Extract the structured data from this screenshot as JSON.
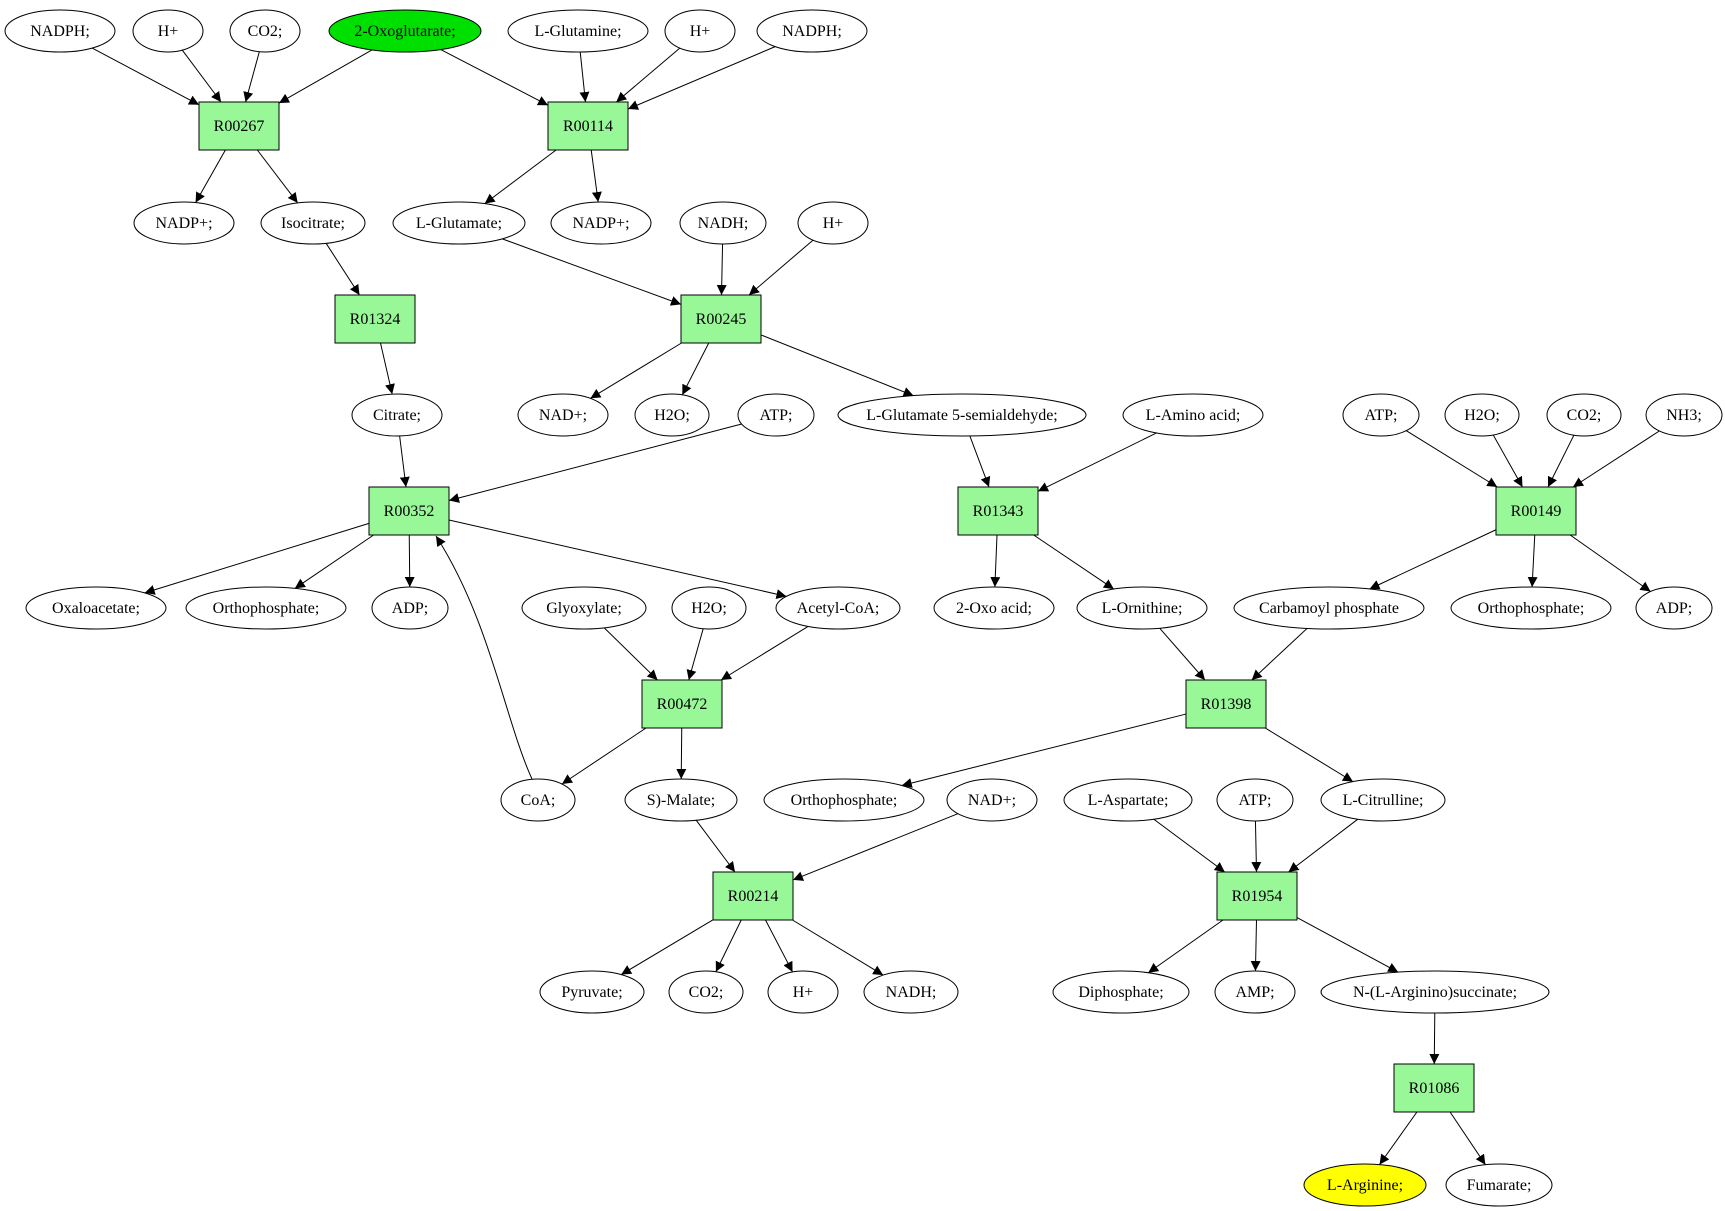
{
  "colors": {
    "reaction_fill": "#98f898",
    "metabolite_fill": "#ffffff",
    "start_fill": "#00e000",
    "target_fill": "#ffff00",
    "line": "#000000"
  },
  "nodes": {
    "m_nadph1": "NADPH;",
    "m_hplus1": "H+",
    "m_co2_1": "CO2;",
    "m_oxoglutarate": "2-Oxoglutarate;",
    "m_lglutamine": "L-Glutamine;",
    "m_hplus2": "H+",
    "m_nadph2": "NADPH;",
    "r_R00267": "R00267",
    "r_R00114": "R00114",
    "m_nadpplus1": "NADP+;",
    "m_isocitrate": "Isocitrate;",
    "m_lglutamate": "L-Glutamate;",
    "m_nadpplus2": "NADP+;",
    "m_nadh1": "NADH;",
    "m_hplus3": "H+",
    "r_R01324": "R01324",
    "r_R00245": "R00245",
    "m_citrate": "Citrate;",
    "m_nadplus1": "NAD+;",
    "m_h2o_1": "H2O;",
    "m_atp1": "ATP;",
    "m_glu_semialdehyde": "L-Glutamate 5-semialdehyde;",
    "m_lamino": "L-Amino acid;",
    "m_atp2": "ATP;",
    "m_h2o_2": "H2O;",
    "m_co2_2": "CO2;",
    "m_nh3": "NH3;",
    "r_R00352": "R00352",
    "r_R01343": "R01343",
    "r_R00149": "R00149",
    "m_oxaloacetate": "Oxaloacetate;",
    "m_orthophosphate1": "Orthophosphate;",
    "m_adp1": "ADP;",
    "m_glyoxylate": "Glyoxylate;",
    "m_h2o_3": "H2O;",
    "m_acetylcoa": "Acetyl-CoA;",
    "m_oxoacid": "2-Oxo acid;",
    "m_lornithine": "L-Ornithine;",
    "m_carbamoyl": "Carbamoyl phosphate",
    "m_orthophosphate2": "Orthophosphate;",
    "m_adp2": "ADP;",
    "r_R00472": "R00472",
    "r_R01398": "R01398",
    "m_coa": "CoA;",
    "m_smalate": "S)-Malate;",
    "m_orthophosphate3": "Orthophosphate;",
    "m_nadplus2": "NAD+;",
    "m_laspartate": "L-Aspartate;",
    "m_atp3": "ATP;",
    "m_lcitrulline": "L-Citrulline;",
    "r_R00214": "R00214",
    "r_R01954": "R01954",
    "m_pyruvate": "Pyruvate;",
    "m_co2_3": "CO2;",
    "m_hplus4": "H+",
    "m_nadh2": "NADH;",
    "m_diphosphate": "Diphosphate;",
    "m_amp": "AMP;",
    "m_argsuccinate": "N-(L-Arginino)succinate;",
    "r_R01086": "R01086",
    "m_larginine": "L-Arginine;",
    "m_fumarate": "Fumarate;"
  }
}
